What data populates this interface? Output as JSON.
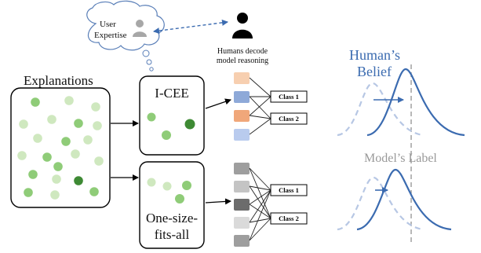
{
  "cloud": {
    "line1": "User",
    "line2": "Expertise"
  },
  "humans_label": {
    "line1": "Humans decode",
    "line2": "model reasoning"
  },
  "explanations_title": "Explanations",
  "icee": {
    "title": "I-CEE"
  },
  "onesize": {
    "line1": "One-size-",
    "line2": "fits-all"
  },
  "classes": {
    "class1": "Class 1",
    "class2": "Class 2"
  },
  "right": {
    "humans_belief_line1": "Human’s",
    "humans_belief_line2": "Belief",
    "models_label": "Model’s Label"
  },
  "colors": {
    "belief_blue": "#3b6bb0",
    "label_gray": "#888888",
    "dot_light": "#cfe8bf",
    "dot_mid": "#8fcc78",
    "dot_dark": "#3e8a34",
    "icee_peach": "#f7cfb0",
    "icee_blue": "#8ea9d8",
    "icee_orange": "#f0a77a",
    "icee_lightblue": "#b9cbee"
  }
}
